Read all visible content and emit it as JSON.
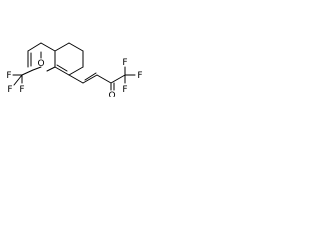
{
  "molecule": {
    "atoms": {
      "ring_oxygen": "O",
      "ketone_oxygen": "O",
      "f1_left": "F",
      "f2_left": "F",
      "f3_left": "F",
      "f1_right": "F",
      "f2_right": "F",
      "f3_right": "F"
    }
  }
}
